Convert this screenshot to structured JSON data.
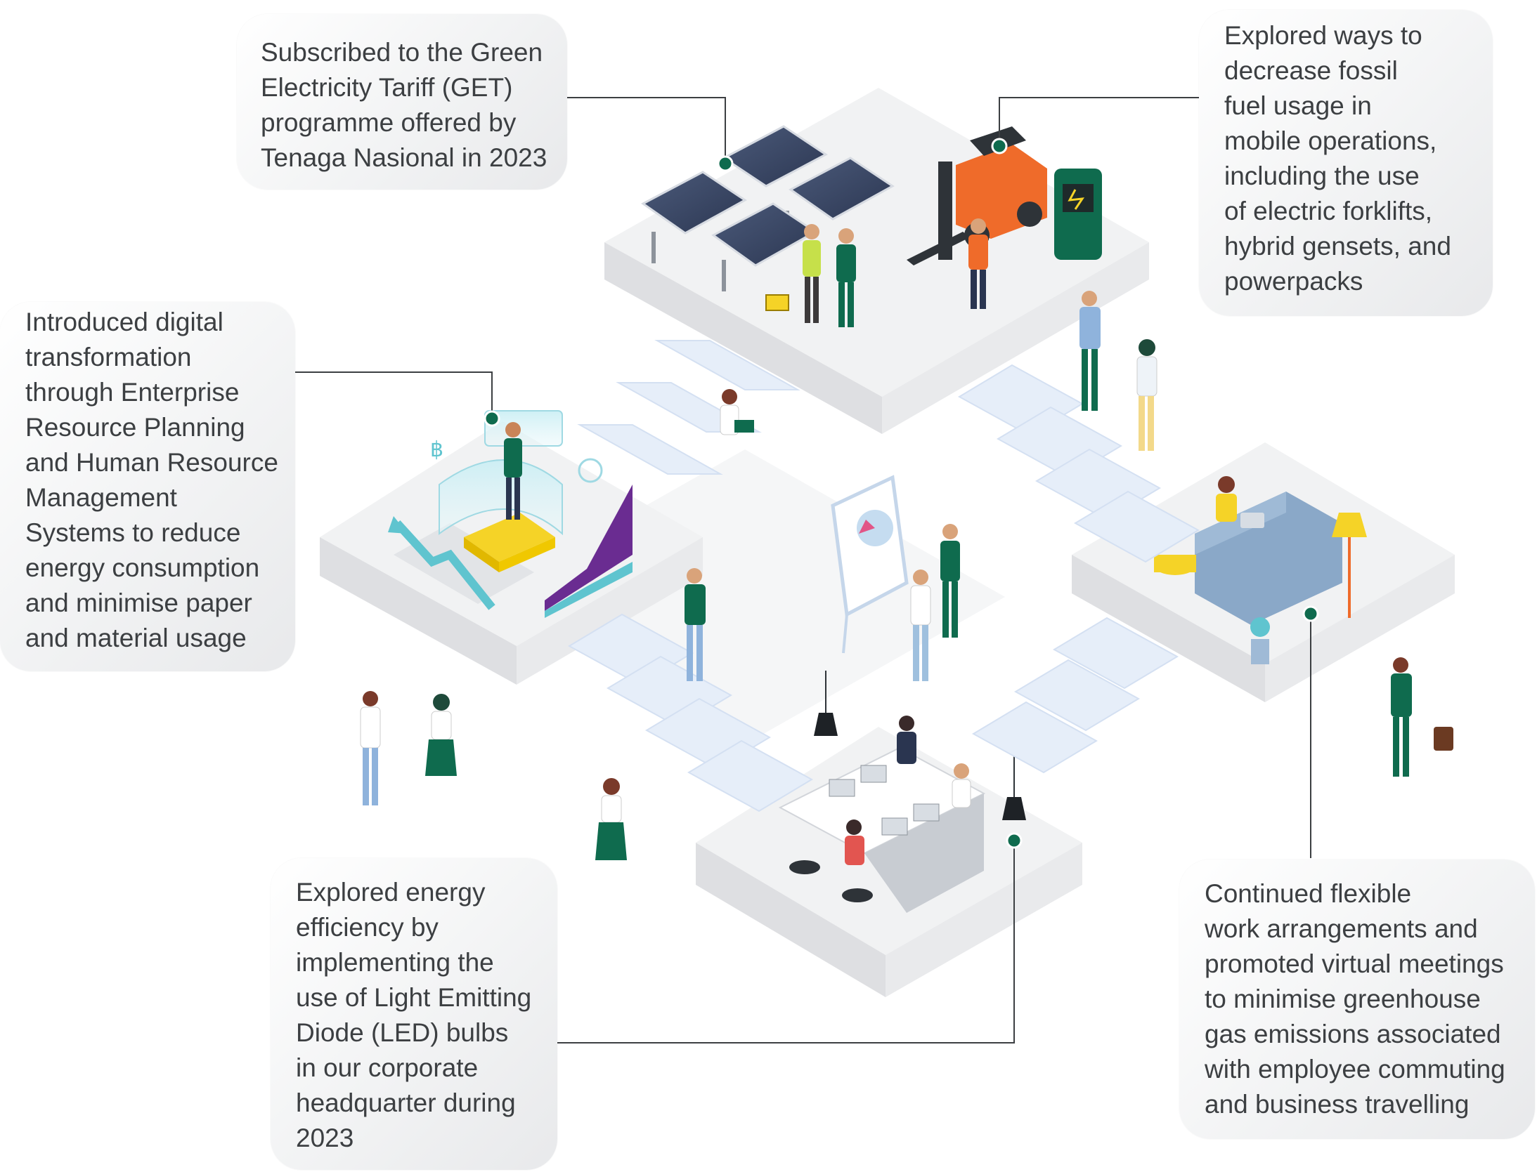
{
  "callouts": {
    "green_tariff": "Subscribed to the Green\nElectricity Tariff (GET)\nprogramme offered by\nTenaga Nasional in 2023",
    "fossil_fuel": "Explored ways to\ndecrease fossil\nfuel usage in\nmobile operations,\nincluding the use\nof electric forklifts,\nhybrid gensets, and\npowerpacks",
    "digital": "Introduced digital\ntransformation\nthrough Enterprise\nResource Planning\nand Human Resource\nManagement\nSystems to reduce\nenergy consumption\nand minimise paper\nand material usage",
    "led": "Explored energy\nefficiency by\nimplementing the\nuse of Light Emitting\nDiode (LED) bulbs\nin our corporate\nheadquarter during\n2023",
    "flexible": "Continued flexible\nwork arrangements and\npromoted virtual meetings\nto minimise greenhouse\ngas emissions associated\nwith employee commuting\nand business travelling"
  },
  "colors": {
    "accent_green": "#0f6b4e",
    "platform_top": "#f4f5f6",
    "platform_side": "#dfe1e4",
    "step": "#e6eef9",
    "purple": "#6a2c91",
    "teal": "#5fc4cf",
    "yellow": "#f5d327",
    "orange": "#ef6b2a"
  }
}
